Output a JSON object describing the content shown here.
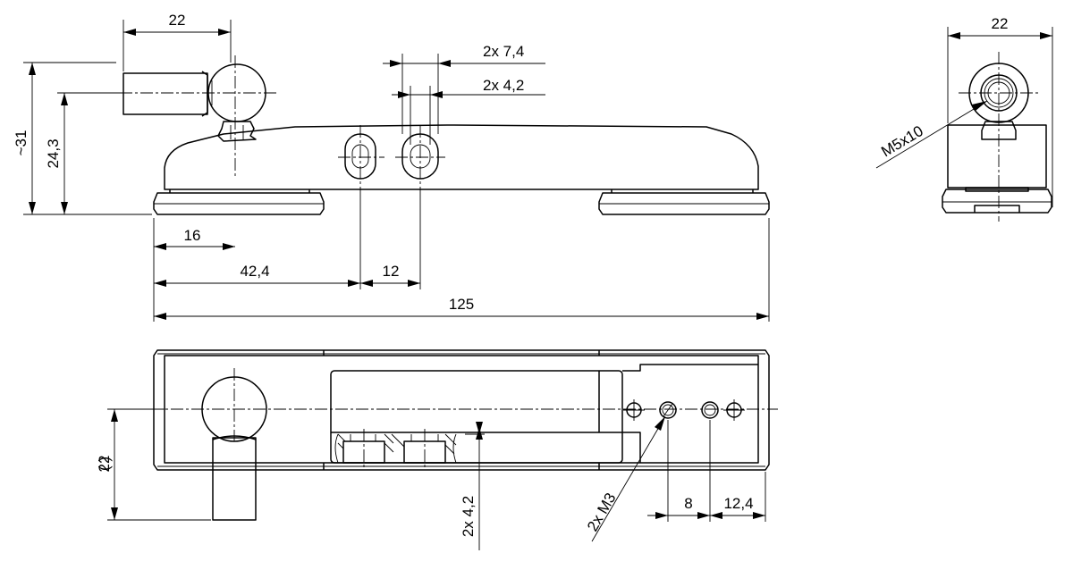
{
  "drawing": {
    "front_view": {
      "dim_ball_width": "22",
      "dim_slot_outer": "2x 7,4",
      "dim_slot_inner": "2x 4,2",
      "dim_total_height": "~31",
      "dim_center_height": "24,3",
      "dim_ball_offset": "16",
      "dim_slot_position": "42,4",
      "dim_slot_spacing": "12",
      "dim_overall_length": "125"
    },
    "side_view": {
      "dim_width": "22",
      "thread_label": "M5x10"
    },
    "top_view": {
      "dim_cable_length": "22",
      "dim_hole_bottom": "2x 4,2",
      "thread_label": "2x M3",
      "dim_hole_spacing": "8",
      "dim_hole_end": "12,4"
    }
  }
}
